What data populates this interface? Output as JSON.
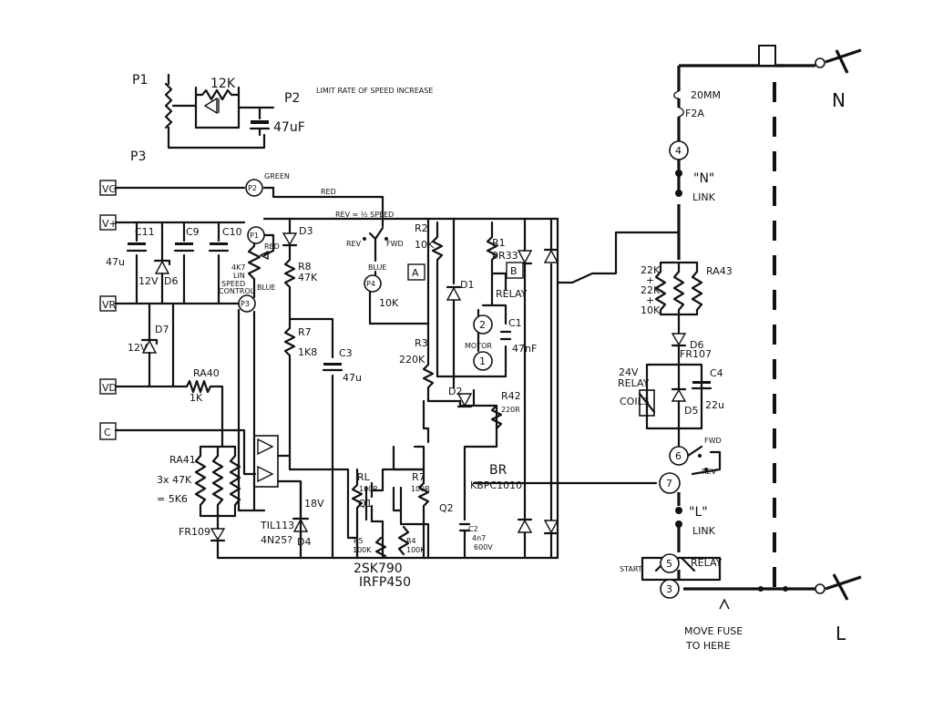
{
  "pot": {
    "top": "P1",
    "wiper": "P2",
    "bottom": "P3",
    "resistor": "12K",
    "cap": "47uF",
    "note": "LIMIT RATE OF SPEED INCREASE"
  },
  "rails": {
    "vg": "VG",
    "vplus": "V+",
    "vr": "VR",
    "vd": "VD",
    "c": "C"
  },
  "wires": {
    "green": "GREEN",
    "red": "RED",
    "red2": "RED",
    "blue": "BLUE",
    "blue2": "BLUE"
  },
  "nodes": {
    "p2": "P2",
    "p1": "P1",
    "p3": "P3",
    "p4": "P4",
    "n2": "2",
    "n1": "1",
    "n4": "4",
    "n6": "6",
    "n7": "7",
    "n5": "5",
    "n3": "3"
  },
  "left": {
    "c11": "C11",
    "c9": "C9",
    "c10": "C10",
    "v47u": "47u",
    "d6": "D6",
    "d6v": "12V",
    "d7": "D7",
    "d7v": "12V",
    "ra40": "RA40",
    "ra40v": "1K",
    "ra41": "RA41",
    "ra41v1": "3x 47K",
    "ra41v2": "= 5K6",
    "fr109": "FR109"
  },
  "mid": {
    "speedctl1": "4K7",
    "speedctl2": "LIN",
    "speedctl3": "SPEED",
    "speedctl4": "CONTROL",
    "d3": "D3",
    "r8": "R8",
    "r8v": "47K",
    "r7": "R7",
    "r7v": "1K8",
    "c3": "C3",
    "c3v": "47u",
    "opto": "TIL113",
    "opto2": "4N25?",
    "d4": "D4",
    "d4v": "18V",
    "rev": "REV",
    "fwd": "FWD",
    "revspeed": "REV ≈ ½ SPEED",
    "r10k": "10K",
    "r2": "R2",
    "r2v": "10K",
    "r3": "R3",
    "r3v": "220K",
    "boxA": "A",
    "boxB": "B",
    "rl": "RL",
    "rlv": "100R",
    "q1": "Q1",
    "r7b": "R7",
    "r7bv": "100R",
    "q2": "Q2",
    "r5": "R5",
    "r5v": "100K",
    "r4": "R4",
    "r4v": "100K",
    "fet1": "2SK790",
    "fet2": "IRFP450",
    "d1": "D1",
    "r1": "R1",
    "r1v": "0R33",
    "relay": "RELAY",
    "motor": "MOTOR",
    "c1": "C1",
    "c1v": "47nF",
    "d2": "D2",
    "r42": "R42",
    "r42v": "220R",
    "c2": "C2",
    "c2v": "4n7",
    "c2v2": "600V",
    "br": "BR",
    "brv": "KBPC1010"
  },
  "right": {
    "fuse1": "20MM",
    "fuse2": "F2A",
    "nlink1": "\"N\"",
    "nlink2": "LINK",
    "ra43": "RA43",
    "ra43a": "22K",
    "ra43b": "+",
    "ra43c": "22K",
    "ra43d": "+",
    "ra43e": "10K",
    "d6": "D6",
    "d6v": "FR107",
    "relay1": "24V",
    "relay2": "RELAY",
    "relay3": "COILS",
    "c4": "C4",
    "c4v": "22u",
    "d5": "D5",
    "fwd": "FWD",
    "rev": "REV",
    "llink1": "\"L\"",
    "llink2": "LINK",
    "start": "START",
    "relay": "RELAY",
    "move1": "MOVE FUSE",
    "move2": "TO HERE",
    "N": "N",
    "L": "L"
  }
}
